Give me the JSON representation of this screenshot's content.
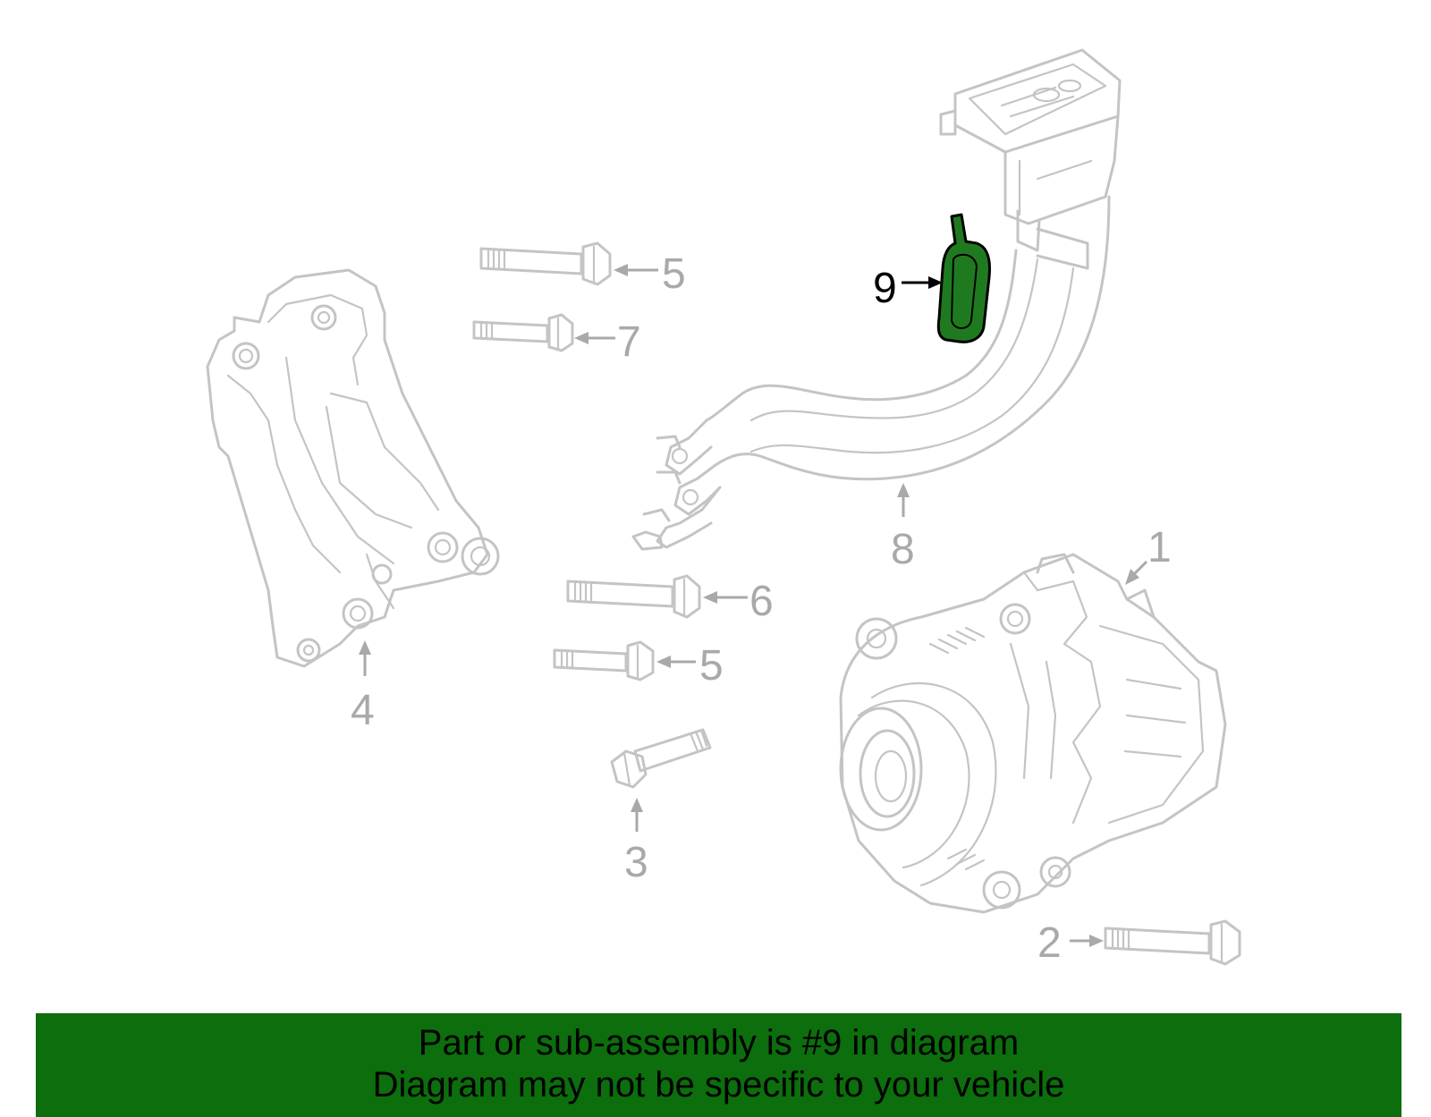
{
  "colors": {
    "banner_background": "#0c6e0c",
    "highlight_part": "#1f7a1f",
    "line_art": "#c4c4c4",
    "callout_text": "#a9a9a9",
    "highlight_callout": "#000000"
  },
  "callouts": {
    "c1": "1",
    "c2": "2",
    "c3": "3",
    "c4": "4",
    "c5a": "5",
    "c5b": "5",
    "c6": "6",
    "c7": "7",
    "c8": "8",
    "c9": "9"
  },
  "banner": {
    "line1": "Part or sub-assembly is #9 in diagram",
    "line2": "Diagram may not be specific to your vehicle"
  }
}
